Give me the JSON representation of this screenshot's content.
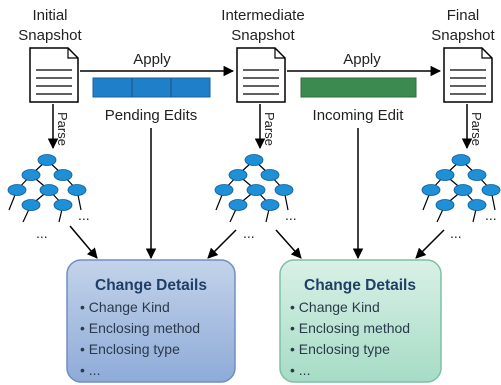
{
  "snapshots": {
    "initial": [
      "Initial",
      "Snapshot"
    ],
    "intermediate": [
      "Intermediate",
      "Snapshot"
    ],
    "final": [
      "Final",
      "Snapshot"
    ]
  },
  "arrows": {
    "apply_left": "Apply",
    "apply_right": "Apply",
    "parse": "Parse"
  },
  "edits": {
    "pending": "Pending Edits",
    "incoming": "Incoming Edit"
  },
  "ellipsis": "...",
  "change_boxes": [
    {
      "title": "Change Details",
      "items": [
        "Change Kind",
        "Enclosing method",
        "Enclosing type",
        "..."
      ],
      "fill_top": "#c3d3ea",
      "fill_bottom": "#8eabd8",
      "border": "#6f8fbf"
    },
    {
      "title": "Change Details",
      "items": [
        "Change Kind",
        "Enclosing method",
        "Enclosing type",
        "..."
      ],
      "fill_top": "#d9f0e6",
      "fill_bottom": "#a6dcc6",
      "border": "#7fbfa4"
    }
  ],
  "colors": {
    "pending_bar": "#1f7fc8",
    "incoming_bar": "#3d8a4e",
    "tree_node": "#1e90d8",
    "line": "#000000"
  }
}
